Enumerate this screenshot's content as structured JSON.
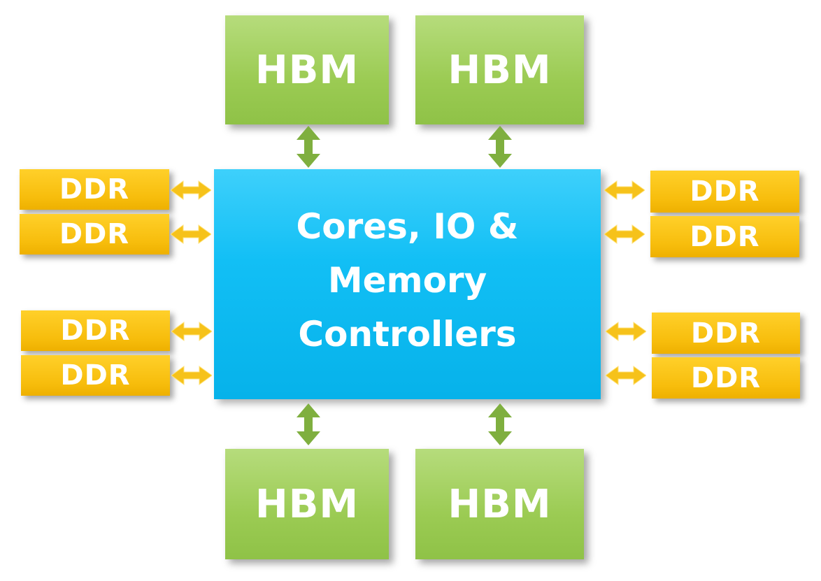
{
  "diagram": {
    "core": {
      "lines": [
        "Cores, IO &",
        "Memory",
        "Controllers"
      ],
      "color": "#12bff5"
    },
    "hbm": [
      {
        "label": "HBM"
      },
      {
        "label": "HBM"
      },
      {
        "label": "HBM"
      },
      {
        "label": "HBM"
      }
    ],
    "ddr": [
      {
        "label": "DDR"
      },
      {
        "label": "DDR"
      },
      {
        "label": "DDR"
      },
      {
        "label": "DDR"
      },
      {
        "label": "DDR"
      },
      {
        "label": "DDR"
      },
      {
        "label": "DDR"
      },
      {
        "label": "DDR"
      }
    ],
    "colors": {
      "hbm": "#9bcb53",
      "ddr": "#f7bd0c",
      "hbm_arrow": "#7faf3f",
      "ddr_arrow": "#f6c21a"
    }
  }
}
